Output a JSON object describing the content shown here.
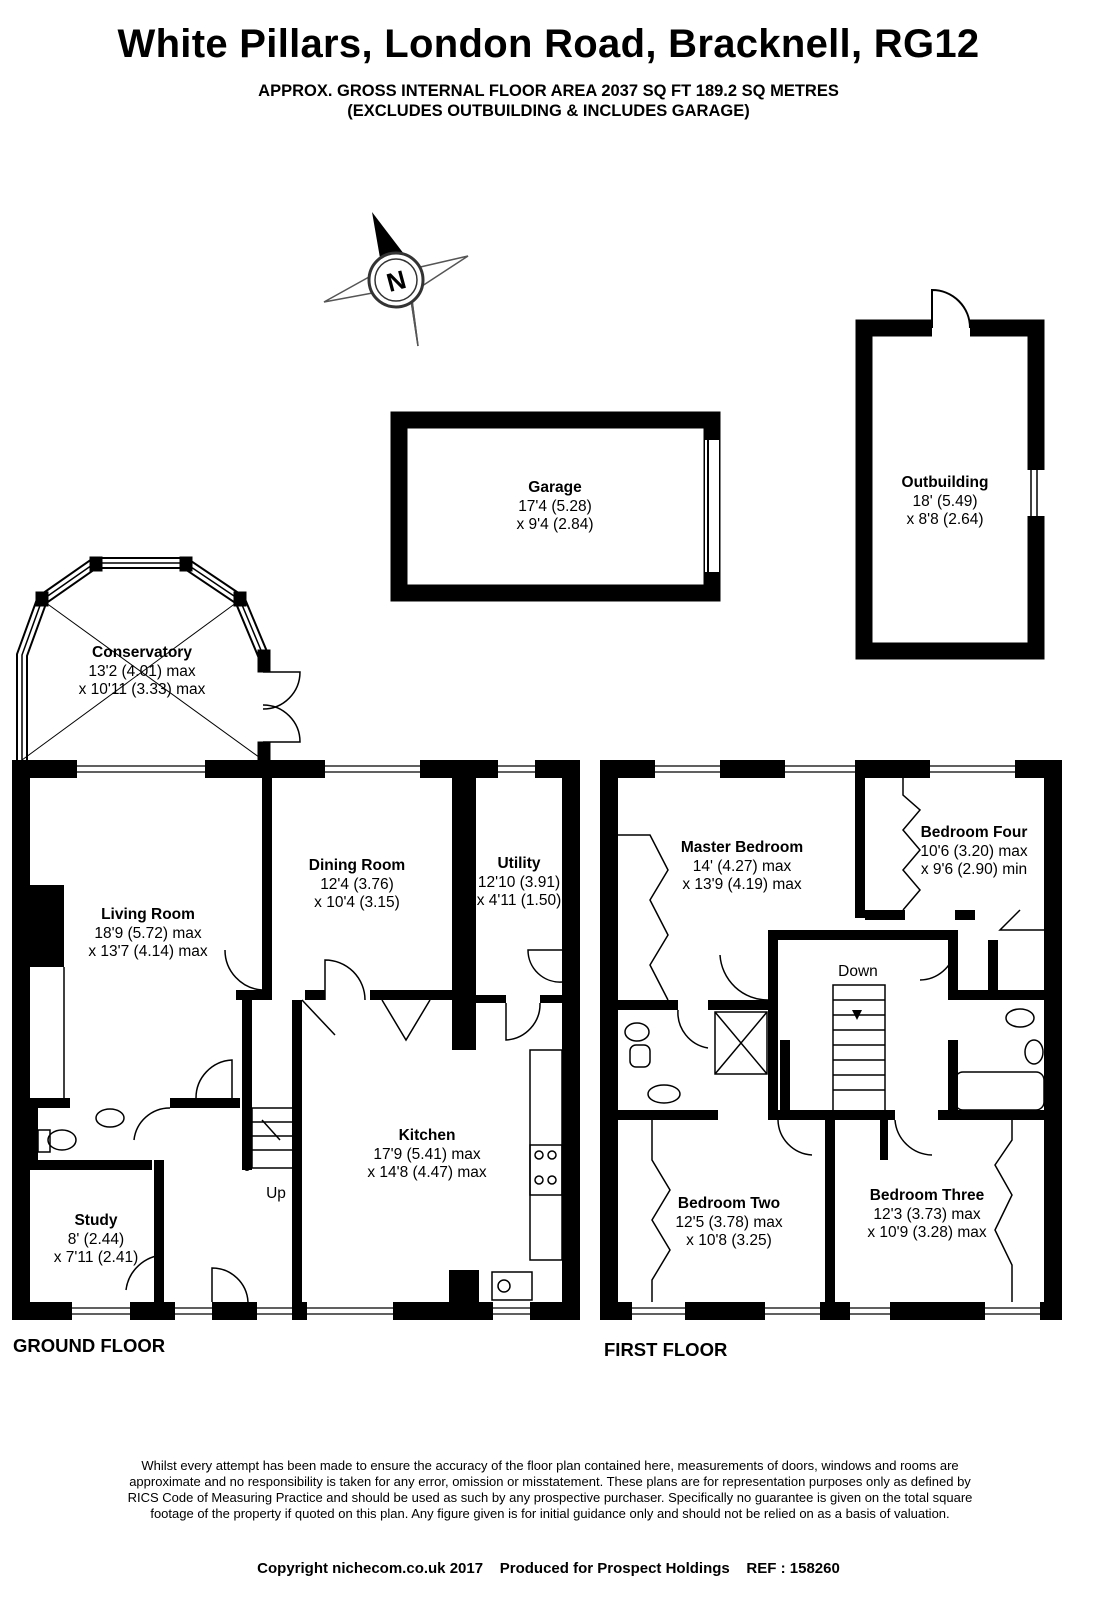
{
  "header": {
    "title": "White Pillars, London Road, Bracknell, RG12",
    "area_line": "APPROX. GROSS INTERNAL FLOOR AREA 2037 SQ FT 189.2 SQ METRES",
    "note_line": "(EXCLUDES OUTBUILDING & INCLUDES GARAGE)"
  },
  "compass": {
    "label": "N"
  },
  "rooms": {
    "garage": {
      "name": "Garage",
      "dim1": "17'4 (5.28)",
      "dim2": "x 9'4 (2.84)"
    },
    "outbuilding": {
      "name": "Outbuilding",
      "dim1": "18' (5.49)",
      "dim2": "x 8'8 (2.64)"
    },
    "conservatory": {
      "name": "Conservatory",
      "dim1": "13'2 (4.01) max",
      "dim2": "x 10'11 (3.33) max"
    },
    "living": {
      "name": "Living Room",
      "dim1": "18'9 (5.72) max",
      "dim2": "x 13'7 (4.14) max"
    },
    "dining": {
      "name": "Dining Room",
      "dim1": "12'4 (3.76)",
      "dim2": "x 10'4 (3.15)"
    },
    "utility": {
      "name": "Utility",
      "dim1": "12'10 (3.91)",
      "dim2": "x 4'11 (1.50)"
    },
    "kitchen": {
      "name": "Kitchen",
      "dim1": "17'9 (5.41) max",
      "dim2": "x 14'8 (4.47) max"
    },
    "study": {
      "name": "Study",
      "dim1": "8' (2.44)",
      "dim2": "x 7'11 (2.41)"
    },
    "master": {
      "name": "Master Bedroom",
      "dim1": "14' (4.27) max",
      "dim2": "x 13'9 (4.19) max"
    },
    "bed4": {
      "name": "Bedroom Four",
      "dim1": "10'6 (3.20) max",
      "dim2": "x 9'6 (2.90) min"
    },
    "bed2": {
      "name": "Bedroom Two",
      "dim1": "12'5 (3.78) max",
      "dim2": "x 10'8 (3.25)"
    },
    "bed3": {
      "name": "Bedroom Three",
      "dim1": "12'3 (3.73) max",
      "dim2": "x 10'9 (3.28) max"
    }
  },
  "stairs": {
    "up": "Up",
    "down": "Down"
  },
  "floors": {
    "ground": "GROUND FLOOR",
    "first": "FIRST FLOOR"
  },
  "footer": {
    "disclaimer": "Whilst every attempt has been made to ensure the accuracy of the floor plan contained here, measurements of doors, windows and rooms are approximate and no responsibility is taken for any error, omission or misstatement. These plans are for representation purposes only as defined by RICS Code of Measuring Practice and should be used as such by any prospective purchaser. Specifically no guarantee is given on the total square footage of the property if quoted on this plan. Any figure given is for initial guidance only and should not be relied on as a basis of valuation.",
    "copyright": "Copyright nichecom.co.uk 2017    Produced for Prospect Holdings    REF : 158260"
  }
}
